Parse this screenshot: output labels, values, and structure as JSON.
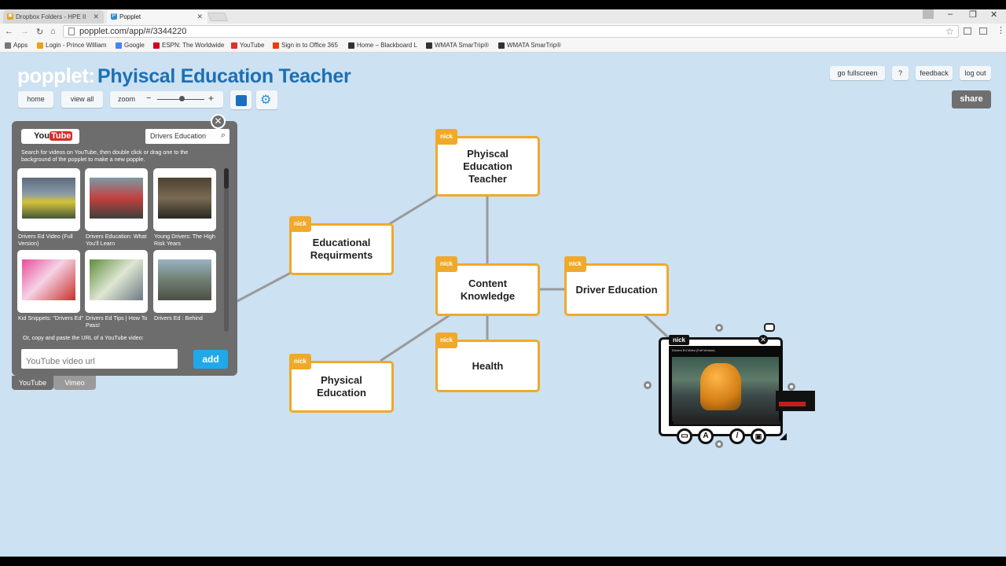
{
  "browser": {
    "tabs": [
      {
        "label": "Dropbox Folders - HPE II"
      },
      {
        "label": "Popplet"
      }
    ],
    "url": "popplet.com/app/#/3344220",
    "bookmarks": [
      {
        "label": "Apps",
        "color": "#777777"
      },
      {
        "label": "Login - Prince William",
        "color": "#e8a21c"
      },
      {
        "label": "Google",
        "color": "#4285f4"
      },
      {
        "label": "ESPN: The Worldwide",
        "color": "#d0021b"
      },
      {
        "label": "YouTube",
        "color": "#e52d27"
      },
      {
        "label": "Sign in to Office 365",
        "color": "#eb3c00"
      },
      {
        "label": "Home – Blackboard L",
        "color": "#333333"
      },
      {
        "label": "WMATA SmarTrip®",
        "color": "#333333"
      },
      {
        "label": "WMATA SmarTrip®",
        "color": "#333333"
      }
    ]
  },
  "app": {
    "logo": "popplet",
    "logo_colon": ":",
    "title": "Phyiscal Education Teacher",
    "toolbar": {
      "home": "home",
      "view_all": "view all",
      "zoom": "zoom",
      "zoom_minus": "−",
      "zoom_plus": "+"
    },
    "top_right": {
      "fullscreen": "go fullscreen",
      "help": "?",
      "feedback": "feedback",
      "logout": "log out"
    },
    "share": "share",
    "accent_color": "#f0a92b",
    "title_color": "#1d6fb5"
  },
  "popples": [
    {
      "label": "Phyiscal Education Teacher",
      "author": "nick"
    },
    {
      "label": "Educational Requirments",
      "author": "nick"
    },
    {
      "label": "Content Knowledge",
      "author": "nick"
    },
    {
      "label": "Driver Education",
      "author": "nick"
    },
    {
      "label": "Physical Education",
      "author": "nick"
    },
    {
      "label": "Health",
      "author": "nick"
    }
  ],
  "video_popple": {
    "author": "nick",
    "title": "Drivers Ed Video (Full Version)",
    "tools": [
      "comment-tool",
      "A",
      "/",
      "image-tool"
    ]
  },
  "youtube_panel": {
    "brand_you": "You",
    "brand_tube": "Tube",
    "search_value": "Drivers Education",
    "help": "Search for videos on YouTube, then double click or drag one to the background of the popplet to make a new popple.",
    "results": [
      {
        "caption": "Drivers Ed Video (Full Version)"
      },
      {
        "caption": "Drivers Education: What You'll Learn"
      },
      {
        "caption": "Young Drivers: The High Risk Years"
      },
      {
        "caption": "Kid Snippets: \"Drivers Ed\""
      },
      {
        "caption": "Drivers Ed Tips | How To Pass!"
      },
      {
        "caption": "Drivers Ed : Behind"
      }
    ],
    "url_hint": "Or, copy and paste the URL of a YouTube video:",
    "url_placeholder": "YouTube video url",
    "add": "add",
    "tab_youtube": "YouTube",
    "tab_vimeo": "Vimeo"
  }
}
